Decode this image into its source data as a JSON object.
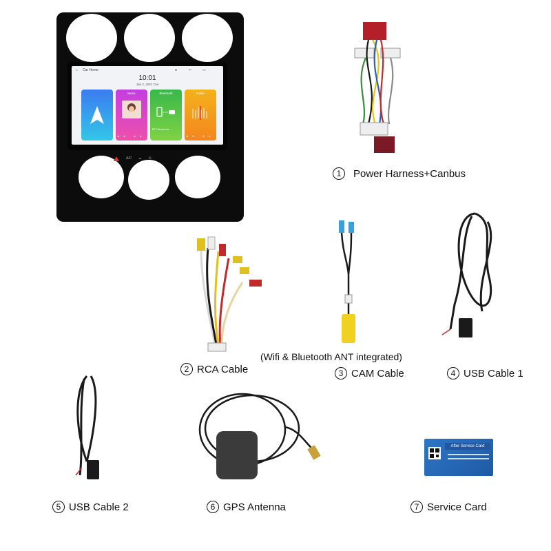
{
  "head_unit": {
    "status_left": "Car Home",
    "clock": "10:01",
    "date": "Jan 2, 2021  Tue",
    "tiles": [
      {
        "title": "",
        "color_top": "#3a7bf0",
        "color_bottom": "#33c7e8"
      },
      {
        "title": "Music",
        "color_top": "#c23fe0",
        "color_bottom": "#ef4fa9"
      },
      {
        "title": "Bluetooth",
        "sub": "BT Disconnec...",
        "color_top": "#38b84b",
        "color_bottom": "#7fd343"
      },
      {
        "title": "Radio",
        "color_top": "#f3b21c",
        "color_bottom": "#f5851f"
      }
    ],
    "hvac_label": "A/C"
  },
  "items": [
    {
      "num": "1",
      "label": "Power Harness+Canbus"
    },
    {
      "num": "2",
      "label": "RCA Cable"
    },
    {
      "num": "3",
      "label": "CAM Cable"
    },
    {
      "num": "4",
      "label": "USB Cable 1"
    },
    {
      "num": "5",
      "label": "USB Cable 2"
    },
    {
      "num": "6",
      "label": "GPS Antenna"
    },
    {
      "num": "7",
      "label": "Service Card"
    }
  ],
  "cam_note": "(Wifi & Bluetooth ANT integrated)",
  "service_card": {
    "title": "After Service Card"
  }
}
